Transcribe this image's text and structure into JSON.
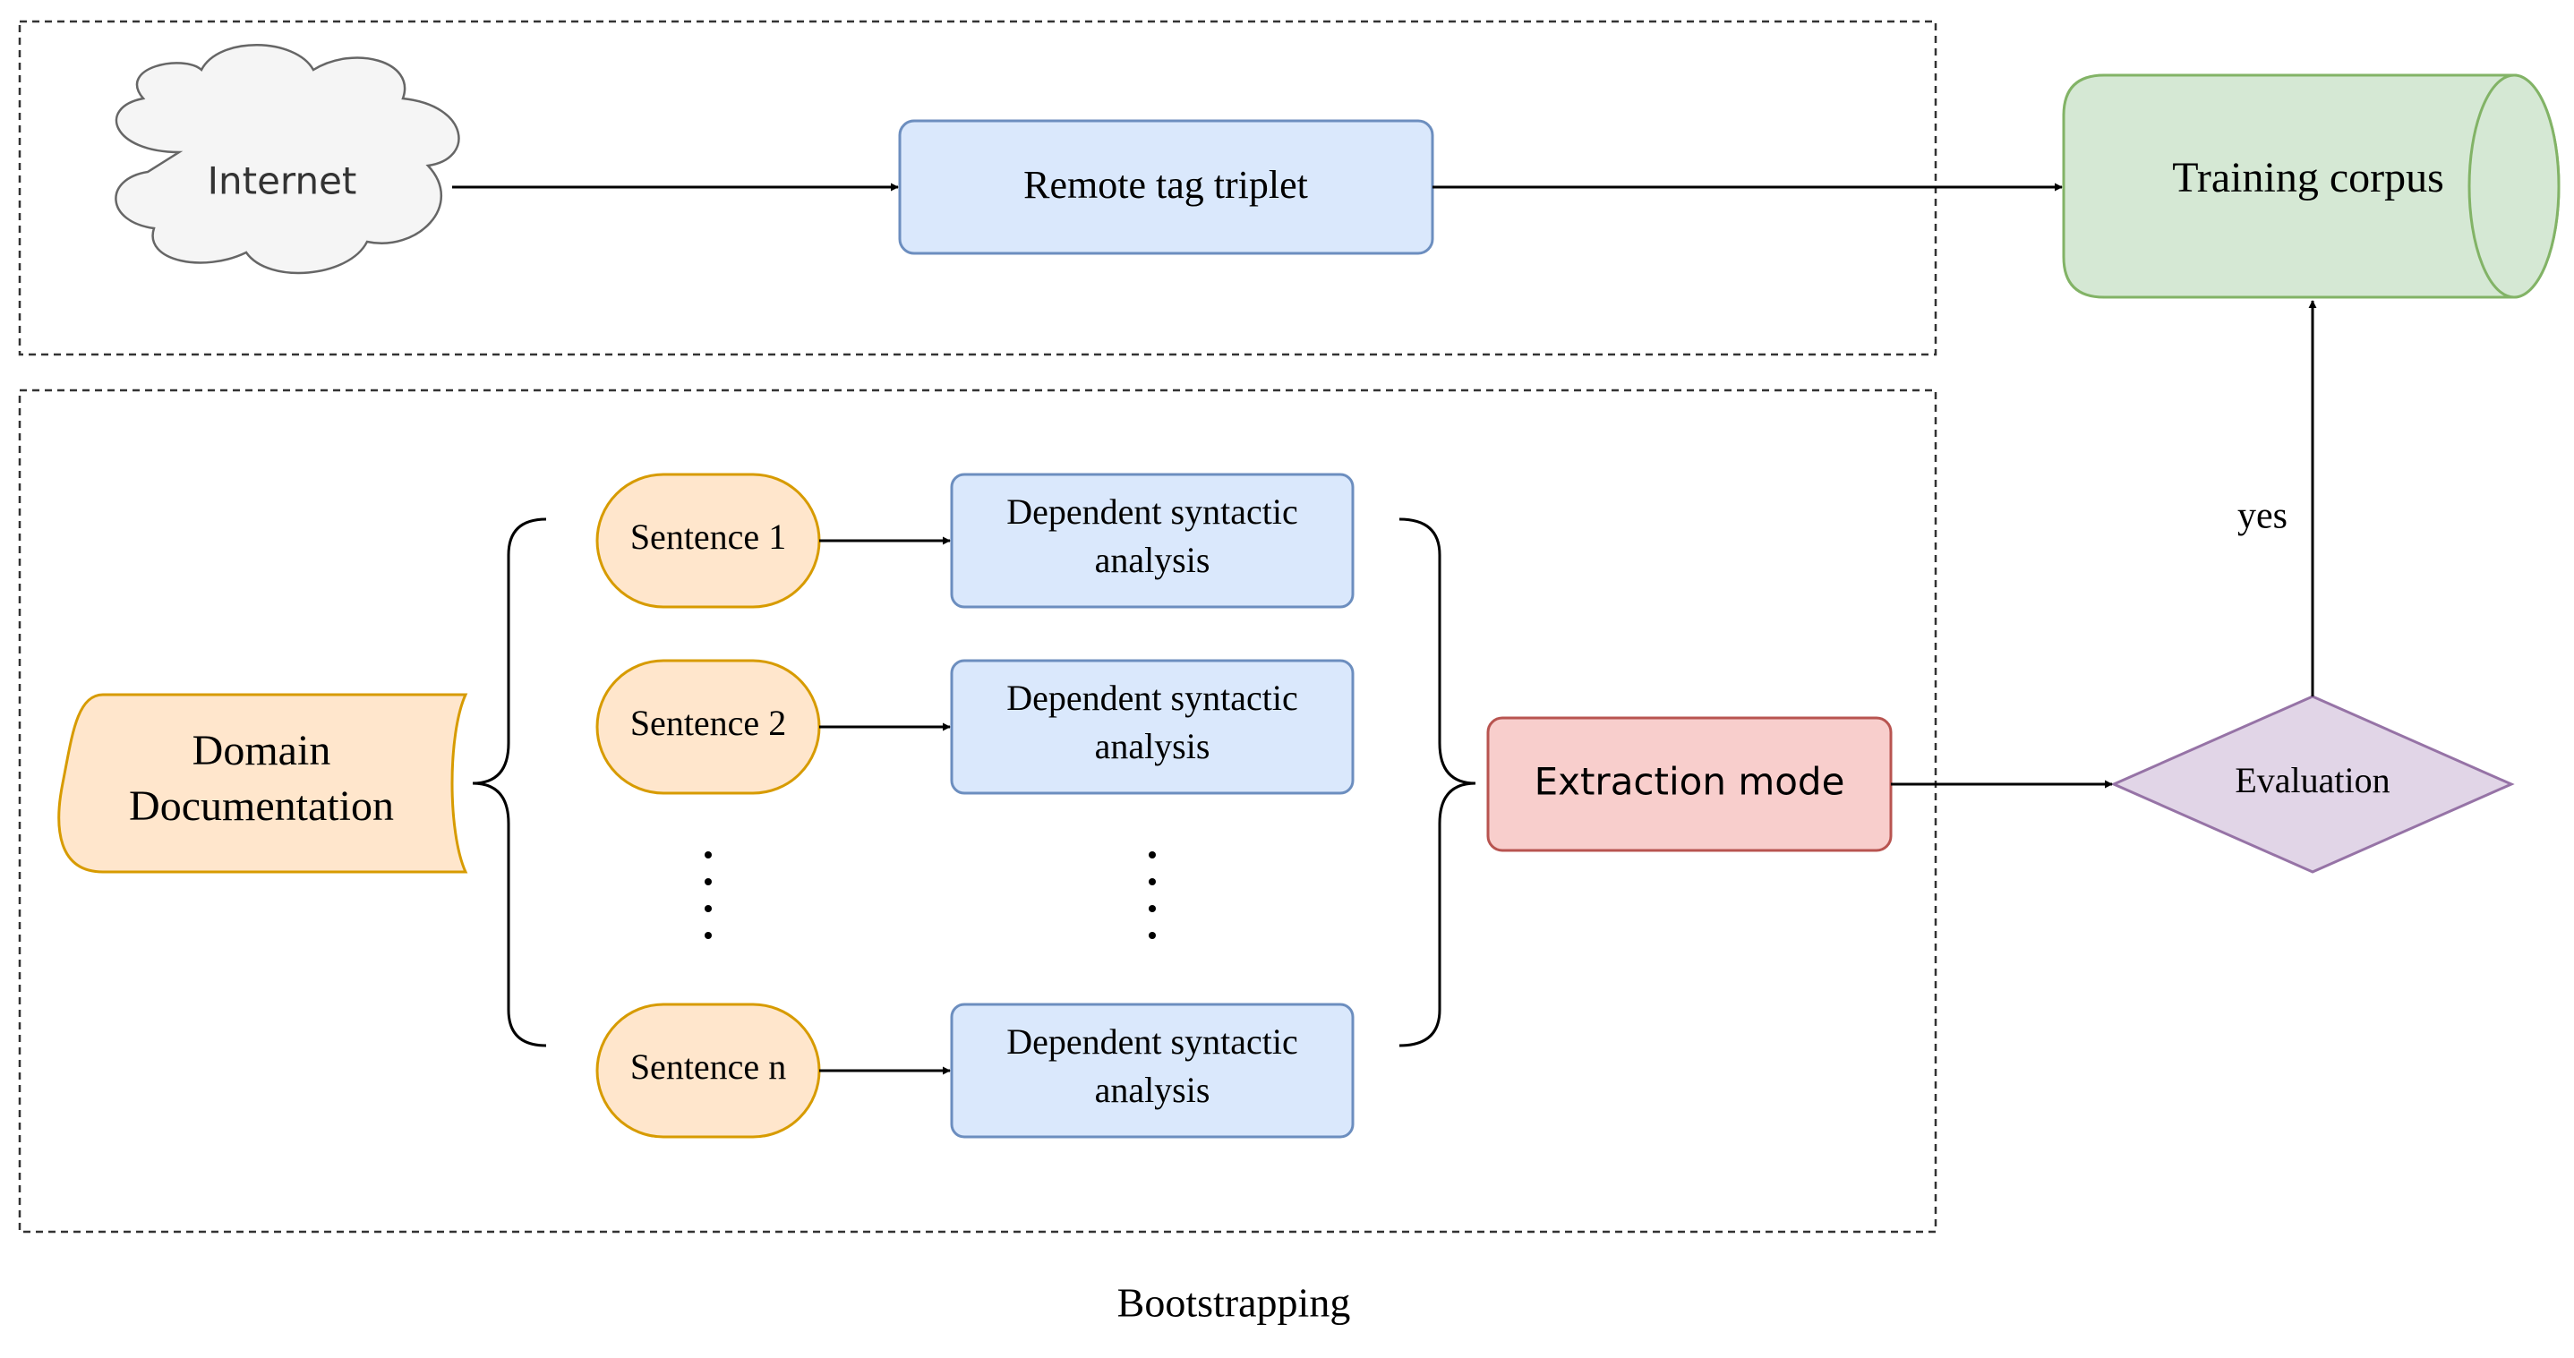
{
  "nodes": {
    "internet": "Internet",
    "remote_tag_triplet": "Remote tag triplet",
    "training_corpus": "Training corpus",
    "domain_documentation": {
      "line1": "Domain",
      "line2": "Documentation"
    },
    "sentences": [
      "Sentence 1",
      "Sentence 2",
      "Sentence n"
    ],
    "analysis": {
      "line1": "Dependent syntactic",
      "line2": "analysis"
    },
    "extraction_mode": "Extraction mode",
    "evaluation": "Evaluation"
  },
  "edge_labels": {
    "yes": "yes"
  },
  "caption": "Bootstrapping",
  "colors": {
    "blue_fill": "#dae8fc",
    "blue_stroke": "#6c8ebf",
    "orange_fill": "#ffe6cc",
    "orange_stroke": "#d79b00",
    "green_fill": "#d5e8d4",
    "green_stroke": "#82b366",
    "red_fill": "#f8cecc",
    "red_stroke": "#b85450",
    "purple_fill": "#e1d5e7",
    "purple_stroke": "#9673a6",
    "cloud_fill": "#f5f5f5",
    "cloud_stroke": "#666666"
  }
}
